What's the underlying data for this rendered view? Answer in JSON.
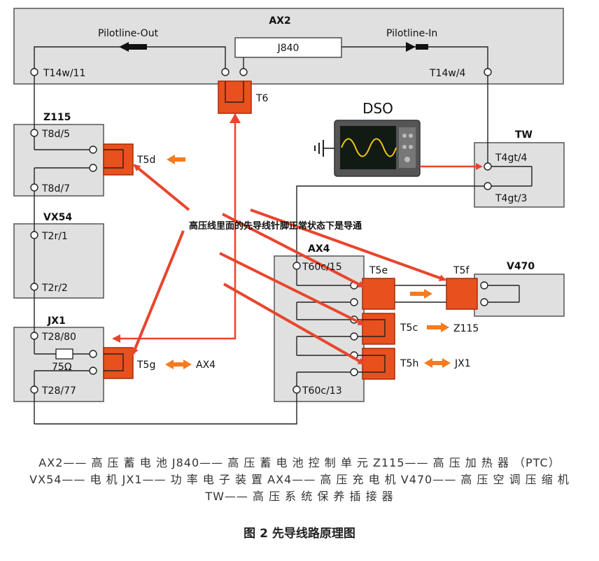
{
  "diagram": {
    "blocks": {
      "ax2": "AX2",
      "z115": "Z115",
      "vx54": "VX54",
      "jx1": "JX1",
      "ax4": "AX4",
      "tw": "TW",
      "v470": "V470",
      "j840": "J840",
      "dso": "DSO"
    },
    "signals": {
      "pilot_out": "Pilotline-Out",
      "pilot_in": "Pilotline-In"
    },
    "pins": {
      "t14w11": "T14w/11",
      "t14w4": "T14w/4",
      "t8d5": "T8d/5",
      "t8d7": "T8d/7",
      "t2r1": "T2r/1",
      "t2r2": "T2r/2",
      "t28_80": "T28/80",
      "t28_77": "T28/77",
      "t4gt4": "T4gt/4",
      "t4gt3": "T4gt/3",
      "t60c15": "T60c/15",
      "t60c13": "T60c/13"
    },
    "connectors": {
      "t6": "T6",
      "t5d": "T5d",
      "t5g": "T5g",
      "t5e": "T5e",
      "t5f": "T5f",
      "t5c": "T5c",
      "t5h": "T5h"
    },
    "resistor": "75Ω",
    "targets": {
      "t5c": "Z115",
      "t5h": "JX1",
      "t5g": "AX4"
    },
    "note": "高压线里面的先导线针脚正常状态下是导通",
    "colors": {
      "connector": "#e8511d",
      "arrow": "#e9452c",
      "box": "#e0e0e0",
      "wire": "#222222"
    }
  },
  "legend": {
    "line1": "AX2—— 高 压 蓄 电 池 J840—— 高 压 蓄 电 池 控 制 单 元 Z115—— 高 压 加 热 器 （PTC）",
    "line2": "VX54—— 电 机 JX1—— 功 率 电 子 装 置 AX4—— 高 压 充 电 机 V470—— 高 压 空 调 压 缩 机",
    "line3": "TW—— 高 压 系 统 保 养 插 接 器"
  },
  "caption": "图 2 先导线路原理图"
}
